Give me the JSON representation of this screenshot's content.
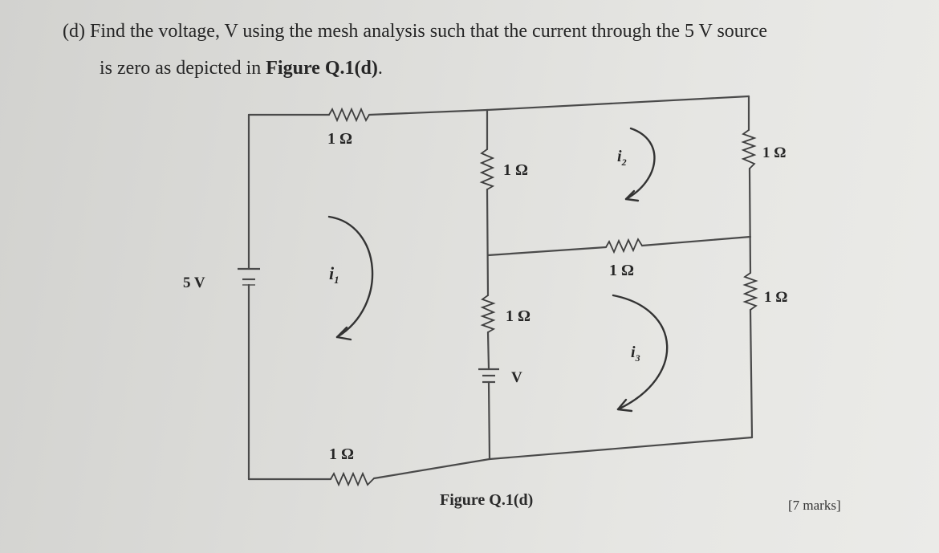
{
  "question": {
    "line1": "(d) Find the voltage, V using the mesh analysis such that the current through the 5 V source",
    "line2_prefix": "is zero as depicted in ",
    "line2_bold": "Figure Q.1(d)",
    "line2_suffix": "."
  },
  "circuit": {
    "source_5v_label": "5 V",
    "source_v_label": "V",
    "r_top_left": "1 Ω",
    "r_bottom_left": "1 Ω",
    "r_mid_upper": "1 Ω",
    "r_mid_lower": "1 Ω",
    "r_center_horizontal": "1 Ω",
    "r_right_upper": "1 Ω",
    "r_right_lower": "1 Ω",
    "mesh_i1": "i",
    "mesh_i1_sub": "1",
    "mesh_i2": "i",
    "mesh_i2_sub": "2",
    "mesh_i3": "i",
    "mesh_i3_sub": "3"
  },
  "caption": "Figure Q.1(d)",
  "marks": "[7 marks]",
  "colors": {
    "wire": "#4a4a4a",
    "text": "#262626",
    "background": "#dcdcd9"
  }
}
